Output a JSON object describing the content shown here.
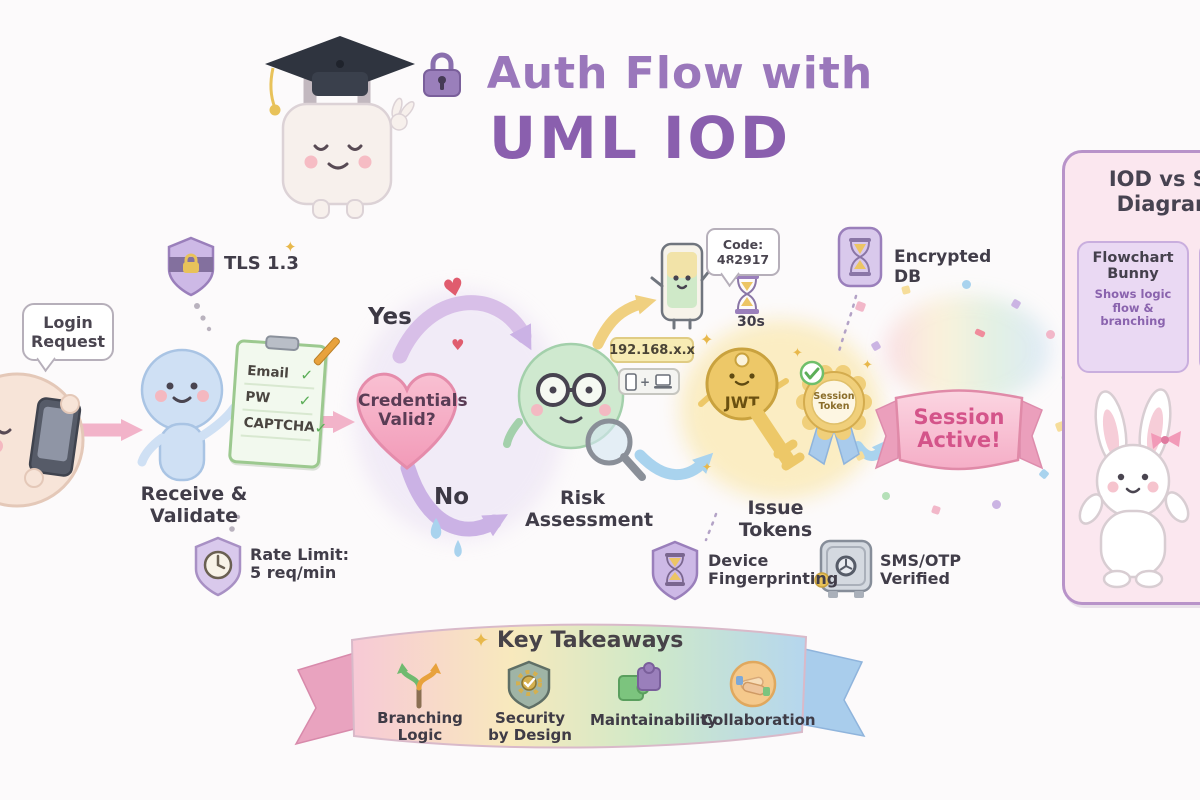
{
  "title": {
    "line1": "Auth Flow with",
    "line2": "UML IOD"
  },
  "flow": {
    "login_request": "Login Request",
    "receive_validate": "Receive & Validate",
    "checklist": {
      "item1": "Email",
      "item2": "PW",
      "item3": "CAPTCHA",
      "check": "✓"
    },
    "tls": "TLS 1.3",
    "rate_limit": "Rate Limit: 5 req/min",
    "decision": "Credentials Valid?",
    "yes": "Yes",
    "no": "No",
    "risk": "Risk Assessment",
    "code": "Code: 482917",
    "timer": "30s",
    "ip": "192.168.x.x",
    "device_plus": "+",
    "jwt": "JWT",
    "session_token": "Session Token",
    "issue_tokens": "Issue Tokens",
    "encrypted_db": "Encrypted DB",
    "device_fingerprinting": "Device Fingerprinting",
    "sms_otp": "SMS/OTP Verified",
    "session_active": "Session Active!"
  },
  "side_panel": {
    "title": "IOD vs Seq Diagrams",
    "card_title": "Flowchart Bunny",
    "card_desc": "Shows logic flow & branching"
  },
  "takeaways": {
    "sparkle": "✦",
    "title": "Key Takeaways",
    "items": [
      {
        "label": "Branching Logic"
      },
      {
        "label": "Security by Design"
      },
      {
        "label": "Maintainability"
      },
      {
        "label": "Collaboration"
      }
    ]
  },
  "colors": {
    "title_purple": "#8a5fae",
    "arrow_pink": "#f2b3c9",
    "arrow_lavender": "#cbb2e5",
    "arrow_gold": "#f0d080",
    "arrow_blue": "#a9d3ee",
    "banner_pink": "#f5aec7",
    "accent_gold": "#e8c25a"
  }
}
